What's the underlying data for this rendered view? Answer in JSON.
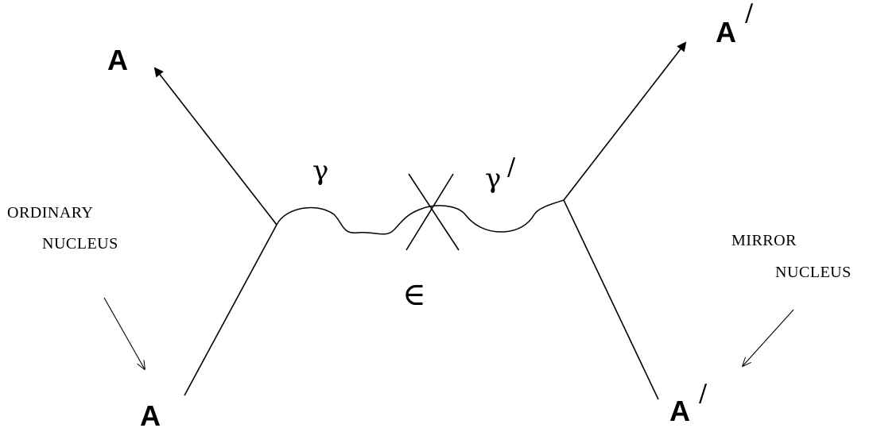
{
  "particles": {
    "ordinary_in": "A",
    "ordinary_out": "A",
    "mirror_in": "A",
    "mirror_out": "A",
    "prime_mark": "/"
  },
  "photons": {
    "ordinary": "γ",
    "mirror": "γ",
    "mirror_prime": "/"
  },
  "mixing_symbol": "∈",
  "labels": {
    "ordinary_line1": "ORDINARY",
    "ordinary_line2": "NUCLEUS",
    "mirror_line1": "MIRROR",
    "mirror_line2": "NUCLEUS"
  }
}
